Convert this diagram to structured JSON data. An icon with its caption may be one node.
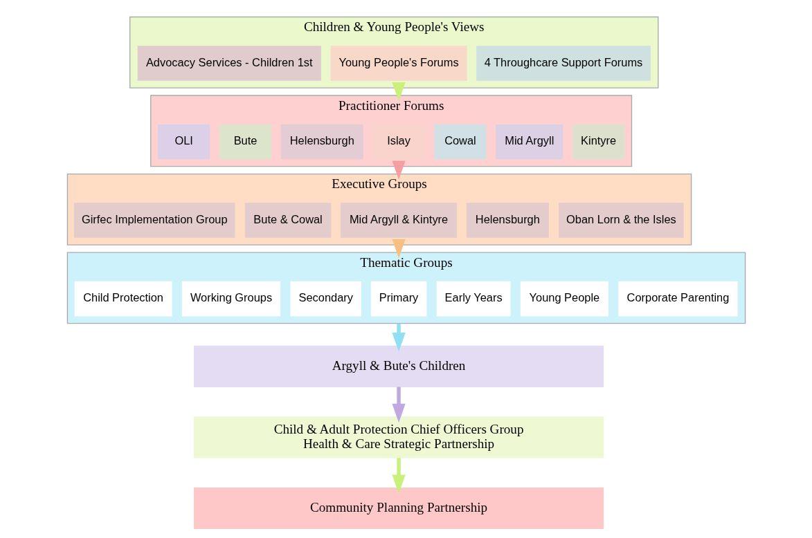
{
  "diagram": {
    "nodes": [
      {
        "text": [
          "Children & Young People's Views"
        ]
      },
      {
        "text": [
          "4 Throughcare Support Forums"
        ],
        "in": 0
      },
      {
        "text": [
          "Young People's Forums"
        ],
        "in": 0
      },
      {
        "text": [
          "Advocacy Services - Children 1st"
        ],
        "in": 0
      },
      {
        "text": [
          "Practitioner Forums"
        ]
      },
      {
        "text": [
          "Kintyre"
        ],
        "in": 4
      },
      {
        "text": [
          "Mid Argyll"
        ],
        "in": 4
      },
      {
        "text": [
          "Cowal"
        ],
        "in": 4
      },
      {
        "text": [
          "Islay"
        ],
        "in": 4
      },
      {
        "text": [
          "Helensburgh"
        ],
        "in": 4
      },
      {
        "text": [
          "Bute"
        ],
        "in": 4
      },
      {
        "text": [
          "OLI"
        ],
        "in": 4
      },
      {
        "text": [
          "Executive Groups"
        ]
      },
      {
        "text": [
          "Oban Lorn & the Isles"
        ],
        "in": 12
      },
      {
        "text": [
          "Helensburgh"
        ],
        "in": 12
      },
      {
        "text": [
          "Mid Argyll & Kintyre"
        ],
        "in": 12
      },
      {
        "text": [
          "Bute & Cowal"
        ],
        "in": 12
      },
      {
        "text": [
          "Girfec Implementation Group"
        ],
        "in": 12
      },
      {
        "text": [
          "Thematic Groups"
        ]
      },
      {
        "text": [
          "Corporate Parenting"
        ],
        "in": 18
      },
      {
        "text": [
          "Young People"
        ],
        "in": 18
      },
      {
        "text": [
          "Early Years"
        ],
        "in": 18
      },
      {
        "text": [
          "Primary"
        ],
        "in": 18
      },
      {
        "text": [
          "Secondary"
        ],
        "in": 18
      },
      {
        "text": [
          "Working Groups"
        ],
        "in": 18
      },
      {
        "text": [
          "Child Protection"
        ],
        "in": 18
      },
      {
        "text": [
          "Argyll & Bute's Children"
        ]
      },
      {
        "text": [
          "Child & Adult Protection Chief Officers Group",
          "Health & Care Strategic Partnership"
        ]
      },
      {
        "text": [
          "Community Planning Partnership"
        ]
      }
    ],
    "edges": [
      {
        "from": 0,
        "to": 4,
        "arrow": "to",
        "color": "#c8f07a"
      },
      {
        "from": 4,
        "to": 12,
        "arrow": "to",
        "color": "#f4a0a0"
      },
      {
        "from": 12,
        "to": 18,
        "arrow": "to",
        "color": "#f8c080"
      },
      {
        "from": 18,
        "to": 26,
        "arrow": "to",
        "color": "#90e0f4"
      },
      {
        "from": 26,
        "to": 27,
        "arrow": "to",
        "color": "#c0a8e0"
      },
      {
        "from": 27,
        "to": 28,
        "arrow": "to",
        "color": "#c8f07a"
      }
    ]
  }
}
